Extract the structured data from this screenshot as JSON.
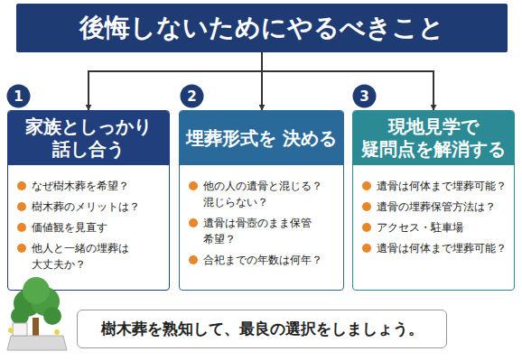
{
  "diagram": {
    "nodes": [
      {
        "text": [
          "後悔しないためにやるべきこと"
        ]
      },
      {
        "text": [
          "1"
        ]
      },
      {
        "text": [
          "家族としっかり 話し合う",
          "なぜ樹木葬を希望？",
          "樹木葬のメリットは？",
          "価値観を見直す",
          "他人と一緒の埋葬は 大丈夫か？"
        ]
      },
      {
        "text": [
          "2"
        ]
      },
      {
        "text": [
          "埋葬形式を 決める",
          "他の人の遺骨と混じる？ 混じらない？",
          "遺骨は骨壺のまま保管 希望？",
          "合祀までの年数は何年？"
        ]
      },
      {
        "text": [
          "3"
        ]
      },
      {
        "text": [
          "現地見学で 疑問点を解消する",
          "遺骨は何体まで埋葬可能？",
          "遺骨の埋葬保管方法は？",
          "アクセス・駐車場",
          "遺骨は何体まで埋葬可能？"
        ]
      },
      {
        "text": [
          "樹木葬を熟知して、最良の選択をしましょう。"
        ]
      }
    ],
    "edges": [
      {
        "from": 0,
        "to": 2,
        "arrow": "to"
      },
      {
        "from": 0,
        "to": 4,
        "arrow": "to"
      },
      {
        "from": 0,
        "to": 6,
        "arrow": "to"
      }
    ]
  }
}
